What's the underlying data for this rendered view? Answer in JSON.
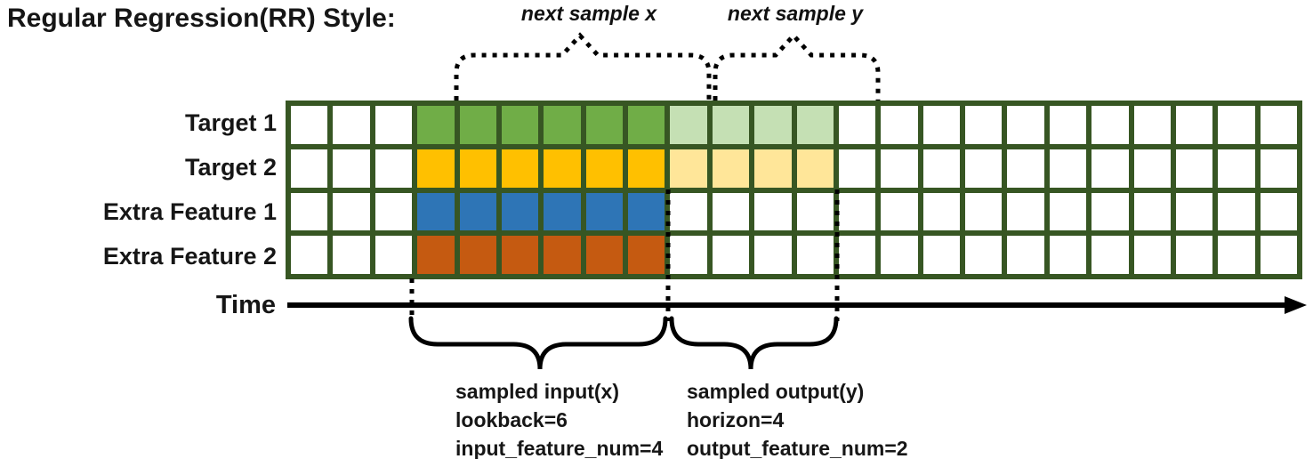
{
  "title": "Regular Regression(RR) Style:",
  "colors": {
    "grid_line": "#375623",
    "white": "#FFFFFF",
    "green": "#70AD47",
    "light_green": "#C5E0B4",
    "gold": "#FFC000",
    "light_gold": "#FFE699",
    "blue": "#2E75B6",
    "orange": "#C55A11",
    "ink": "#000000"
  },
  "annotations": {
    "next_sample_x": "next sample x",
    "next_sample_y": "next sample y",
    "time_label": "Time",
    "sampled_input_lines": [
      "sampled input(x)",
      "lookback=6",
      "input_feature_num=4"
    ],
    "sampled_output_lines": [
      "sampled output(y)",
      "horizon=4",
      "output_feature_num=2"
    ]
  },
  "grid": {
    "columns": 24,
    "rows": [
      {
        "label": "Target 1",
        "cells": [
          [
            "white",
            3
          ],
          [
            "green",
            6
          ],
          [
            "light_green",
            4
          ],
          [
            "white",
            11
          ]
        ]
      },
      {
        "label": "Target 2",
        "cells": [
          [
            "white",
            3
          ],
          [
            "gold",
            6
          ],
          [
            "light_gold",
            4
          ],
          [
            "white",
            11
          ]
        ]
      },
      {
        "label": "Extra Feature 1",
        "cells": [
          [
            "white",
            3
          ],
          [
            "blue",
            6
          ],
          [
            "white",
            15
          ]
        ]
      },
      {
        "label": "Extra Feature 2",
        "cells": [
          [
            "white",
            3
          ],
          [
            "orange",
            6
          ],
          [
            "white",
            15
          ]
        ]
      }
    ]
  }
}
